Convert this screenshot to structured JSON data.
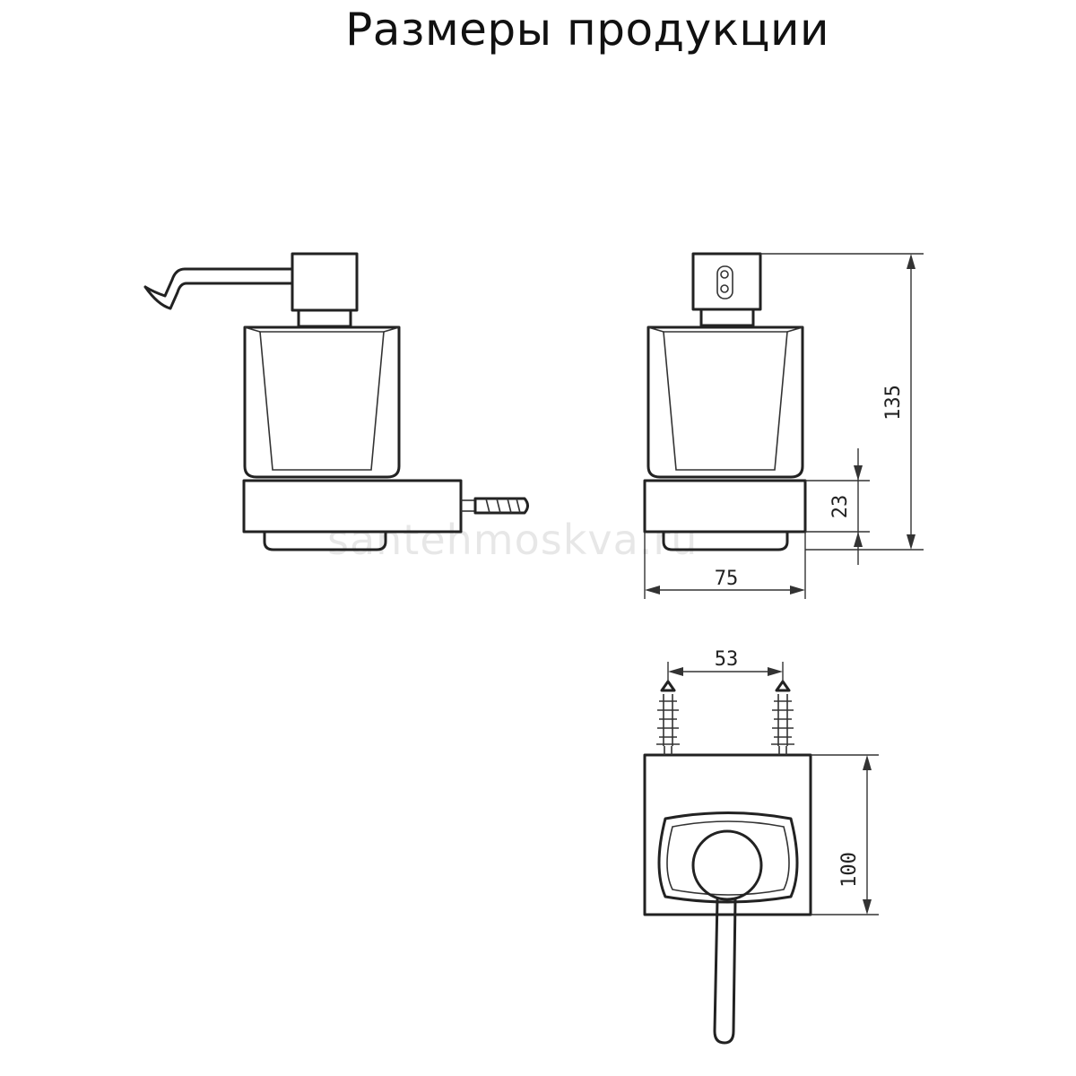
{
  "title": "Размеры продукции",
  "watermark": "santehmoskva.ru",
  "dimensions": {
    "total_height": "135",
    "base_height": "23",
    "base_width": "75",
    "mount_spacing": "53",
    "plate_height": "100"
  }
}
